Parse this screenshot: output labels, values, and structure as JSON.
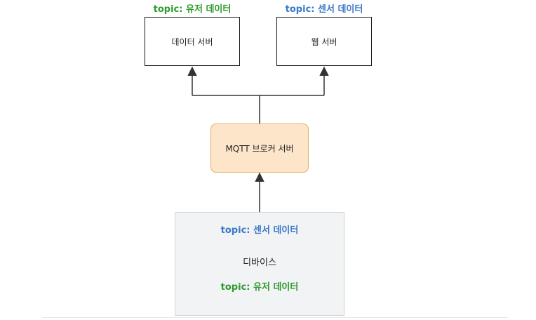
{
  "nodes": {
    "data_server": {
      "label": "데이터 서버",
      "topic": "topic: 유저 데이터"
    },
    "web_server": {
      "label": "웹 서버",
      "topic": "topic: 센서 데이터"
    },
    "broker": {
      "label": "MQTT 브로커 서버"
    },
    "device": {
      "label": "디바이스",
      "topic_sensor": "topic: 센서 데이터",
      "topic_user": "topic: 유저 데이터"
    }
  },
  "edges": [
    {
      "from": "broker",
      "to": "data_server"
    },
    {
      "from": "broker",
      "to": "web_server"
    },
    {
      "from": "device",
      "to": "broker"
    }
  ],
  "colors": {
    "user_topic": "#2e9a2e",
    "sensor_topic": "#3a78c8",
    "broker_fill": "#fde5c9",
    "broker_border": "#e3ad6a",
    "device_fill": "#f2f3f5",
    "device_border": "#cfd2d6",
    "line": "#333333"
  }
}
